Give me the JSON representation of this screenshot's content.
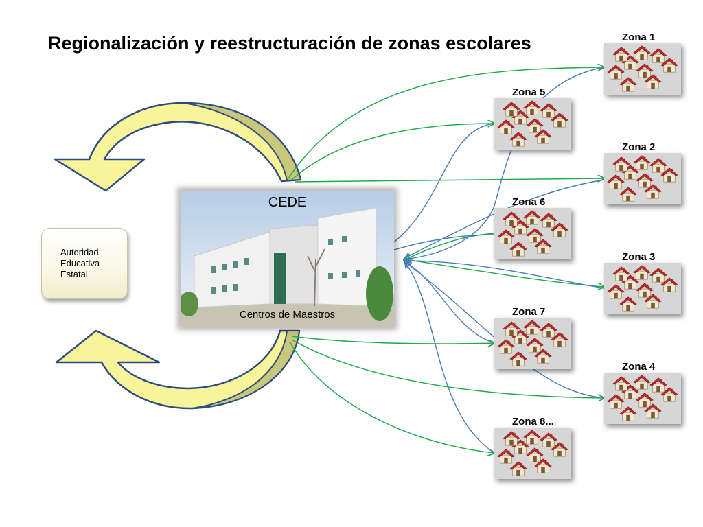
{
  "title": "Regionalización y reestructuración de zonas escolares",
  "authority": {
    "lines": [
      "Autoridad",
      "Educativa",
      "Estatal"
    ]
  },
  "cede": {
    "title": "CEDE",
    "subtitle": "Centros de Maestros"
  },
  "zones": [
    {
      "label": "Zona 1"
    },
    {
      "label": "Zona 5"
    },
    {
      "label": "Zona 2"
    },
    {
      "label": "Zona 6"
    },
    {
      "label": "Zona 3"
    },
    {
      "label": "Zona 7"
    },
    {
      "label": "Zona 4"
    },
    {
      "label": "Zona 8..."
    }
  ],
  "colors": {
    "arrow_fill": "#f7f49a",
    "arrow_dark_fill": "#c9c87a",
    "arrow_stroke": "#2e4c80",
    "outgoing_line": "#20aa4a",
    "incoming_line": "#4a7bb8",
    "zone_bg": "#d6d6d6",
    "house_roof": "#cc2a2a"
  }
}
